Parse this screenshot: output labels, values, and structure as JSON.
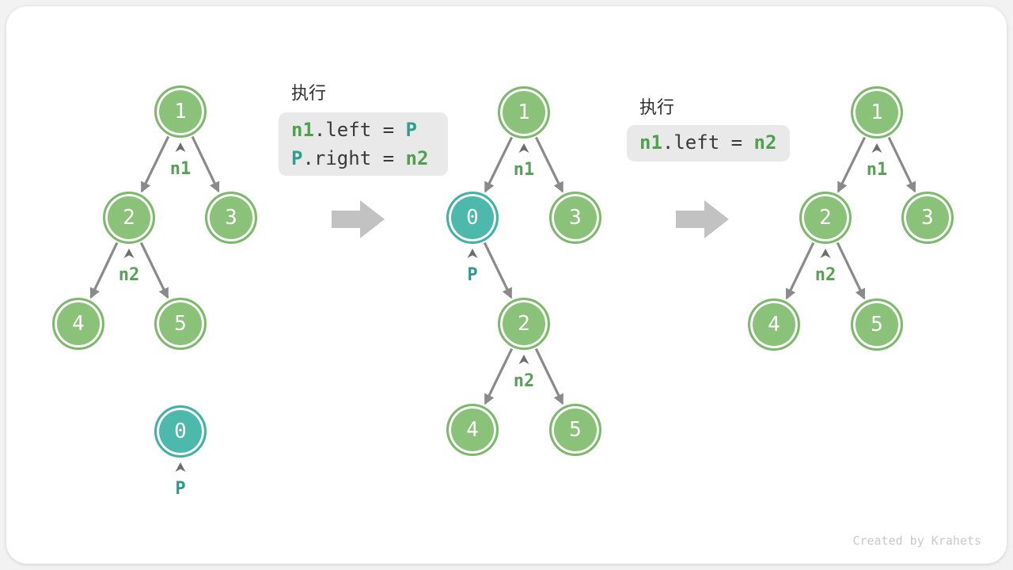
{
  "diagram": {
    "trees": {
      "initial": {
        "nodes": [
          {
            "id": "1",
            "label": "1",
            "variant": "green"
          },
          {
            "id": "2",
            "label": "2",
            "variant": "green"
          },
          {
            "id": "3",
            "label": "3",
            "variant": "green"
          },
          {
            "id": "4",
            "label": "4",
            "variant": "green"
          },
          {
            "id": "5",
            "label": "5",
            "variant": "green"
          },
          {
            "id": "0",
            "label": "0",
            "variant": "teal"
          }
        ],
        "edges": [
          [
            "1",
            "2"
          ],
          [
            "1",
            "3"
          ],
          [
            "2",
            "4"
          ],
          [
            "2",
            "5"
          ]
        ],
        "pointers": [
          {
            "label": "n1",
            "node": "1",
            "variant": "green"
          },
          {
            "label": "n2",
            "node": "2",
            "variant": "green"
          },
          {
            "label": "P",
            "node": "0",
            "variant": "teal"
          }
        ]
      },
      "middle": {
        "nodes": [
          {
            "id": "1",
            "label": "1",
            "variant": "green"
          },
          {
            "id": "0",
            "label": "0",
            "variant": "teal"
          },
          {
            "id": "3",
            "label": "3",
            "variant": "green"
          },
          {
            "id": "2",
            "label": "2",
            "variant": "green"
          },
          {
            "id": "4",
            "label": "4",
            "variant": "green"
          },
          {
            "id": "5",
            "label": "5",
            "variant": "green"
          }
        ],
        "edges": [
          [
            "1",
            "0"
          ],
          [
            "1",
            "3"
          ],
          [
            "0",
            "2"
          ],
          [
            "2",
            "4"
          ],
          [
            "2",
            "5"
          ]
        ],
        "pointers": [
          {
            "label": "n1",
            "node": "1",
            "variant": "green"
          },
          {
            "label": "P",
            "node": "0",
            "variant": "teal"
          },
          {
            "label": "n2",
            "node": "2",
            "variant": "green"
          }
        ]
      },
      "final": {
        "nodes": [
          {
            "id": "1",
            "label": "1",
            "variant": "green"
          },
          {
            "id": "2",
            "label": "2",
            "variant": "green"
          },
          {
            "id": "3",
            "label": "3",
            "variant": "green"
          },
          {
            "id": "4",
            "label": "4",
            "variant": "green"
          },
          {
            "id": "5",
            "label": "5",
            "variant": "green"
          }
        ],
        "edges": [
          [
            "1",
            "2"
          ],
          [
            "1",
            "3"
          ],
          [
            "2",
            "4"
          ],
          [
            "2",
            "5"
          ]
        ],
        "pointers": [
          {
            "label": "n1",
            "node": "1",
            "variant": "green"
          },
          {
            "label": "n2",
            "node": "2",
            "variant": "green"
          }
        ]
      }
    },
    "code_blocks": [
      {
        "title": "执行",
        "lines": [
          [
            {
              "text": "n1",
              "tone": "green"
            },
            {
              "text": ".left = ",
              "tone": "plain"
            },
            {
              "text": "P",
              "tone": "teal"
            }
          ],
          [
            {
              "text": "P",
              "tone": "teal"
            },
            {
              "text": ".right = ",
              "tone": "plain"
            },
            {
              "text": "n2",
              "tone": "green"
            }
          ]
        ]
      },
      {
        "title": "执行",
        "lines": [
          [
            {
              "text": "n1",
              "tone": "green"
            },
            {
              "text": ".left = ",
              "tone": "plain"
            },
            {
              "text": "n2",
              "tone": "green"
            }
          ]
        ]
      }
    ]
  },
  "footer": {
    "credit": "Created by Krahets"
  },
  "colors": {
    "node_green_fill": "#8AC279",
    "node_green_border": "#7CBA6B",
    "node_teal_fill": "#4DB9AC",
    "label_green": "#56A155",
    "label_teal": "#2F998B",
    "edge_gray": "#8A8A8A",
    "step_arrow_gray": "#C2C2C2",
    "code_background": "#E9E9E9",
    "code_text": "#3A3A3A",
    "credit_gray": "#C9C9C9"
  }
}
